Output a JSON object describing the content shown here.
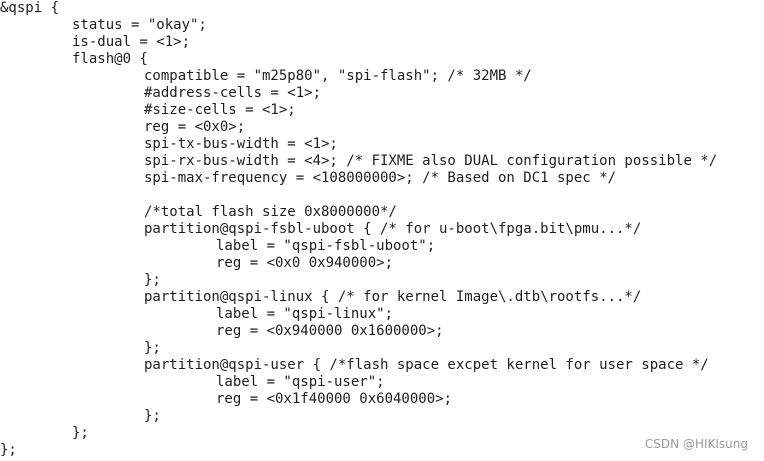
{
  "code": {
    "lines": [
      "&qspi {",
      "status = \"okay\";",
      "is-dual = <1>;",
      "flash@0 {",
      "compatible = \"m25p80\", \"spi-flash\"; /* 32MB */",
      "#address-cells = <1>;",
      "#size-cells = <1>;",
      "reg = <0x0>;",
      "spi-tx-bus-width = <1>;",
      "spi-rx-bus-width = <4>; /* FIXME also DUAL configuration possible */",
      "spi-max-frequency = <108000000>; /* Based on DC1 spec */",
      "",
      "/*total flash size 0x8000000*/",
      "partition@qspi-fsbl-uboot { /* for u-boot\\fpga.bit\\pmu...*/",
      "label = \"qspi-fsbl-uboot\";",
      "reg = <0x0 0x940000>;",
      "};",
      "partition@qspi-linux { /* for kernel Image\\.dtb\\rootfs...*/",
      "label = \"qspi-linux\";",
      "reg = <0x940000 0x1600000>;",
      "};",
      "partition@qspi-user { /*flash space excpet kernel for user space */",
      "label = \"qspi-user\";",
      "reg = <0x1f40000 0x6040000>;",
      "};",
      "};",
      "};"
    ]
  },
  "watermark": {
    "text": "CSDN @HIKIsung"
  }
}
